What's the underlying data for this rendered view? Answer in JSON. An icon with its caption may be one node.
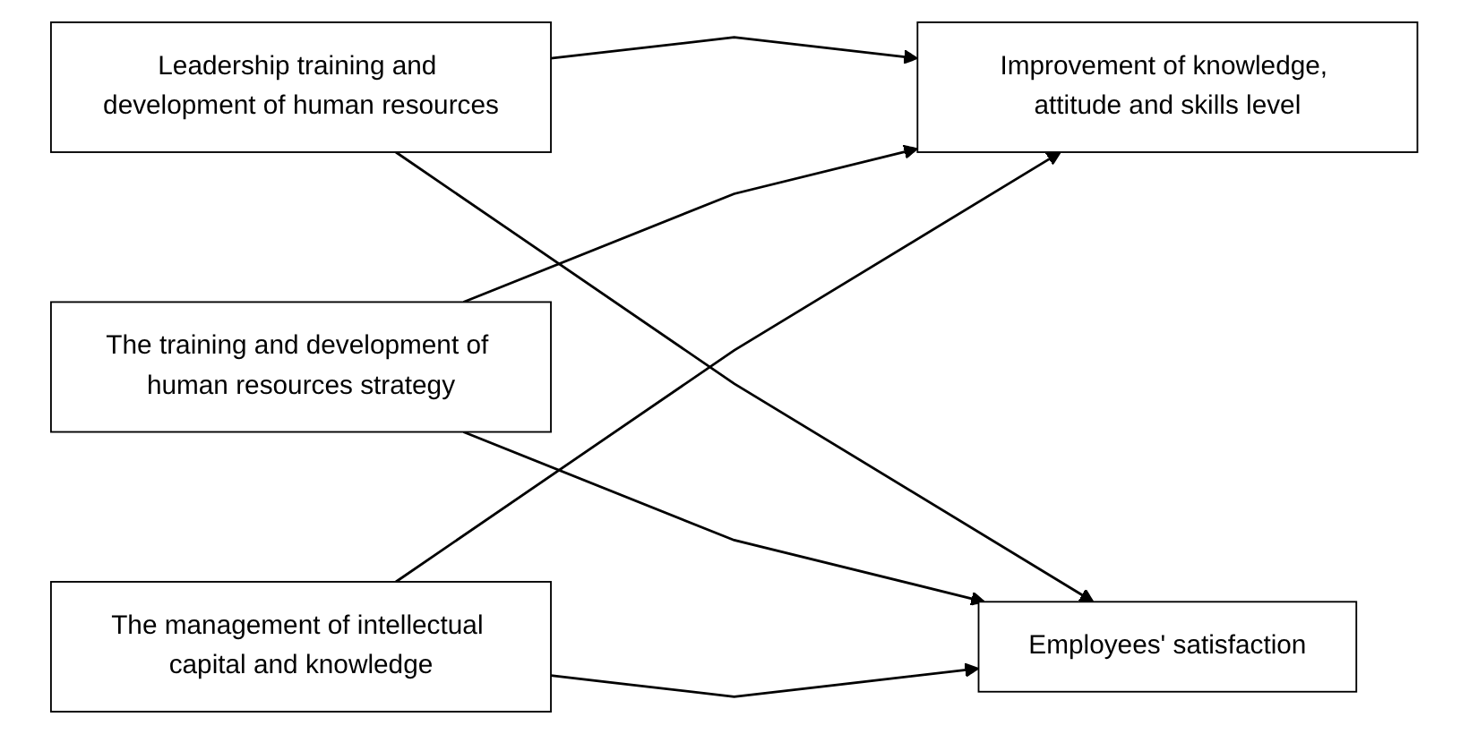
{
  "diagram": {
    "nodes": [
      {
        "text": [
          "Leadership training and development of human resources"
        ]
      },
      {
        "text": [
          "The training and development of human resources strategy"
        ]
      },
      {
        "text": [
          "The management of intellectual capital and knowledge"
        ]
      },
      {
        "text": [
          "Improvement of knowledge, attitude and skills level"
        ]
      },
      {
        "text": [
          "Employees' satisfaction"
        ]
      }
    ],
    "edges": [
      {
        "from": 0,
        "to": 3,
        "arrow": "to"
      },
      {
        "from": 0,
        "to": 4,
        "arrow": "to"
      },
      {
        "from": 1,
        "to": 3,
        "arrow": "to"
      },
      {
        "from": 1,
        "to": 4,
        "arrow": "to"
      },
      {
        "from": 2,
        "to": 3,
        "arrow": "to"
      },
      {
        "from": 2,
        "to": 4,
        "arrow": "to"
      }
    ]
  }
}
